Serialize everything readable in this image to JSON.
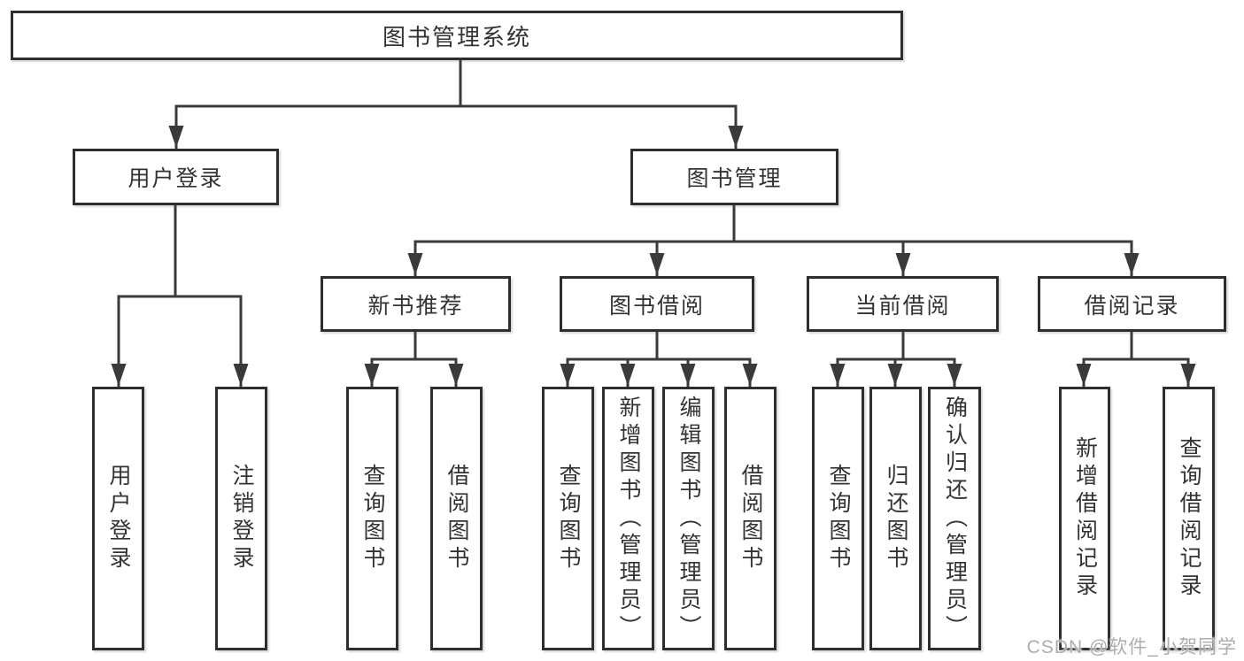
{
  "diagram": {
    "title": "图书管理系统",
    "root": {
      "label": "图书管理系统"
    },
    "level2": [
      {
        "label": "用户登录"
      },
      {
        "label": "图书管理"
      }
    ],
    "level3": [
      {
        "label": "新书推荐"
      },
      {
        "label": "图书借阅"
      },
      {
        "label": "当前借阅"
      },
      {
        "label": "借阅记录"
      }
    ],
    "leaves": [
      {
        "label": "用户登录"
      },
      {
        "label": "注销登录"
      },
      {
        "label": "查询图书"
      },
      {
        "label": "借阅图书"
      },
      {
        "label": "查询图书"
      },
      {
        "label": "新增图书（管理员）"
      },
      {
        "label": "编辑图书（管理员）"
      },
      {
        "label": "借阅图书"
      },
      {
        "label": "查询图书"
      },
      {
        "label": "归还图书"
      },
      {
        "label": "确认归还（管理员）"
      },
      {
        "label": "新增借阅记录"
      },
      {
        "label": "查询借阅记录"
      }
    ],
    "line_color": "#3a3a3a",
    "box_border_color": "#2e2e2e",
    "text_color": "#333333"
  },
  "watermark": {
    "text": "CSDN @软件_小贺同学"
  }
}
